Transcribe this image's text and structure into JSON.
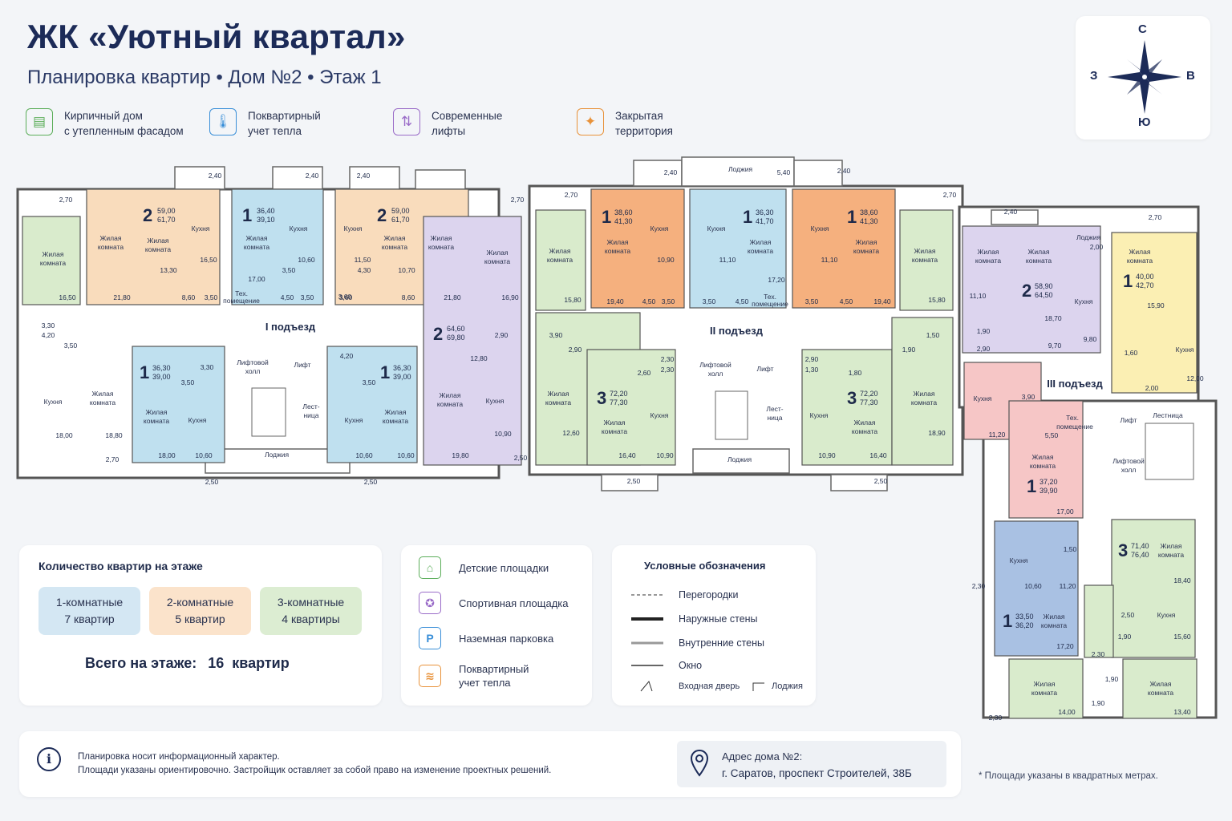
{
  "header": {
    "title": "ЖК «Уютный квартал»",
    "subtitle": "Планировка квартир • Дом №2 • Этаж 1"
  },
  "compass": {
    "north": "С",
    "south": "Ю",
    "west": "З",
    "east": "В"
  },
  "features": [
    {
      "icon": "brick-house-icon",
      "color": "#5cae5a",
      "label": "Кирпичный дом\nс утепленным фасадом"
    },
    {
      "icon": "thermometer-icon",
      "color": "#3a8fd8",
      "label": "Поквартирный\nучет тепла"
    },
    {
      "icon": "elevator-icon",
      "color": "#9a6cc8",
      "label": "Современные\nлифты"
    },
    {
      "icon": "gate-icon",
      "color": "#e8923a",
      "label": "Закрытая\nтерритория"
    }
  ],
  "colors": {
    "one_room": "#bfe0ef",
    "two_room": "#f9dcbc",
    "three_room": "#d9ebcc",
    "lilac": "#dcd4ee",
    "orange": "#f5b07e",
    "yellow": "#fbefb3",
    "pink": "#f6c6c6",
    "blue": "#a9c1e3"
  },
  "plan": {
    "entrances": [
      "I подъезд",
      "II подъезд",
      "III подъезд"
    ],
    "texts": {
      "living": "Жилая",
      "living2": "комната",
      "kitchen": "Кухня",
      "loggia": "Лоджия",
      "lift": "Лифт",
      "lift_hall1": "Лифтовой",
      "lift_hall2": "холл",
      "stairs1": "Лест-",
      "stairs2": "ница",
      "stairs_full": "Лестница",
      "tech1": "Тех.",
      "tech2": "помещение"
    },
    "apartments": [
      {
        "rooms": "2",
        "area": "59,00",
        "total": "61,70"
      },
      {
        "rooms": "1",
        "area": "36,40",
        "total": "39,10"
      },
      {
        "rooms": "2",
        "area": "59,00",
        "total": "61,70"
      },
      {
        "rooms": "1",
        "area": "36,30",
        "total": "39,00"
      },
      {
        "rooms": "1",
        "area": "36,30",
        "total": "39,00"
      },
      {
        "rooms": "2",
        "area": "64,60",
        "total": "69,80"
      },
      {
        "rooms": "1",
        "area": "38,60",
        "total": "41,30"
      },
      {
        "rooms": "1",
        "area": "36,30",
        "total": "41,70"
      },
      {
        "rooms": "1",
        "area": "38,60",
        "total": "41,30"
      },
      {
        "rooms": "3",
        "area": "72,20",
        "total": "77,30"
      },
      {
        "rooms": "3",
        "area": "72,20",
        "total": "77,30"
      },
      {
        "rooms": "2",
        "area": "58,90",
        "total": "64,50"
      },
      {
        "rooms": "1",
        "area": "40,00",
        "total": "42,70"
      },
      {
        "rooms": "1",
        "area": "37,20",
        "total": "39,90"
      },
      {
        "rooms": "3",
        "area": "71,40",
        "total": "76,40"
      },
      {
        "rooms": "1",
        "area": "33,50",
        "total": "36,20"
      }
    ],
    "dims": [
      "2,70",
      "2,40",
      "2,40",
      "2,40",
      "2,70",
      "2,70",
      "2,40",
      "5,40",
      "2,40",
      "2,70",
      "2,40",
      "2,70",
      "16,50",
      "21,80",
      "13,30",
      "16,50",
      "8,60",
      "3,50",
      "17,00",
      "10,60",
      "3,50",
      "4,50",
      "3,50",
      "11,50",
      "4,30",
      "10,70",
      "8,60",
      "3,60",
      "21,80",
      "16,90",
      "3,30",
      "4,20",
      "3,50",
      "18,00",
      "18,80",
      "2,70",
      "3,50",
      "3,30",
      "18,00",
      "10,60",
      "2,50",
      "4,20",
      "3,50",
      "10,60",
      "10,60",
      "2,50",
      "12,80",
      "2,90",
      "19,80",
      "10,90",
      "2,50",
      "15,80",
      "3,90",
      "2,90",
      "12,60",
      "2,50",
      "19,40",
      "4,50",
      "3,50",
      "10,90",
      "11,10",
      "17,20",
      "3,50",
      "4,50",
      "11,10",
      "3,50",
      "4,50",
      "19,40",
      "2,60",
      "2,30",
      "2,30",
      "16,40",
      "10,90",
      "2,90",
      "1,30",
      "1,80",
      "10,90",
      "16,40",
      "15,80",
      "1,50",
      "1,90",
      "18,90",
      "2,50",
      "11,10",
      "1,90",
      "2,90",
      "18,70",
      "9,70",
      "9,80",
      "2,00",
      "15,90",
      "1,60",
      "12,00",
      "2,00",
      "3,90",
      "11,20",
      "5,50",
      "17,00",
      "1,50",
      "10,60",
      "11,20",
      "17,20",
      "18,40",
      "2,50",
      "1,90",
      "15,60",
      "2,30",
      "1,90",
      "1,90",
      "14,00",
      "13,40",
      "2,30",
      "2,30",
      "3,60"
    ]
  },
  "counts": {
    "title": "Количество квартир на этаже",
    "items": [
      {
        "type": "1-комнатные",
        "count": "7 квартир",
        "color": "#d4e7f3"
      },
      {
        "type": "2-комнатные",
        "count": "5 квартир",
        "color": "#fbe3cb"
      },
      {
        "type": "3-комнатные",
        "count": "4 квартиры",
        "color": "#dcedd2"
      }
    ],
    "total_label": "Всего на этаже:",
    "total_value": "16  квартир"
  },
  "amenities": [
    {
      "icon": "playground-icon",
      "glyph": "⌂",
      "color": "#5cae5a",
      "label": "Детские площадки"
    },
    {
      "icon": "sport-icon",
      "glyph": "✪",
      "color": "#9a6cc8",
      "label": "Спортивная площадка"
    },
    {
      "icon": "parking-icon",
      "glyph": "P",
      "color": "#3a8fd8",
      "label": "Наземная парковка"
    },
    {
      "icon": "heat-meter-icon",
      "glyph": "≋",
      "color": "#e8923a",
      "label": "Поквартирный\nучет тепла"
    }
  ],
  "legend": {
    "title": "Условные обозначения",
    "partitions": "Перегородки",
    "outer_walls": "Наружные стены",
    "inner_walls": "Внутренние стены",
    "window": "Окно",
    "entry_door": "Входная дверь",
    "loggia": "Лоджия"
  },
  "note": {
    "line1": "Планировка носит информационный характер.",
    "line2": "Площади указаны ориентировочно. Застройщик оставляет за собой право на изменение проектных решений."
  },
  "address": {
    "label": "Адрес дома №2:",
    "value": "г. Саратов, проспект Строителей, 38Б"
  },
  "footnote": "* Площади указаны в квадратных метрах."
}
